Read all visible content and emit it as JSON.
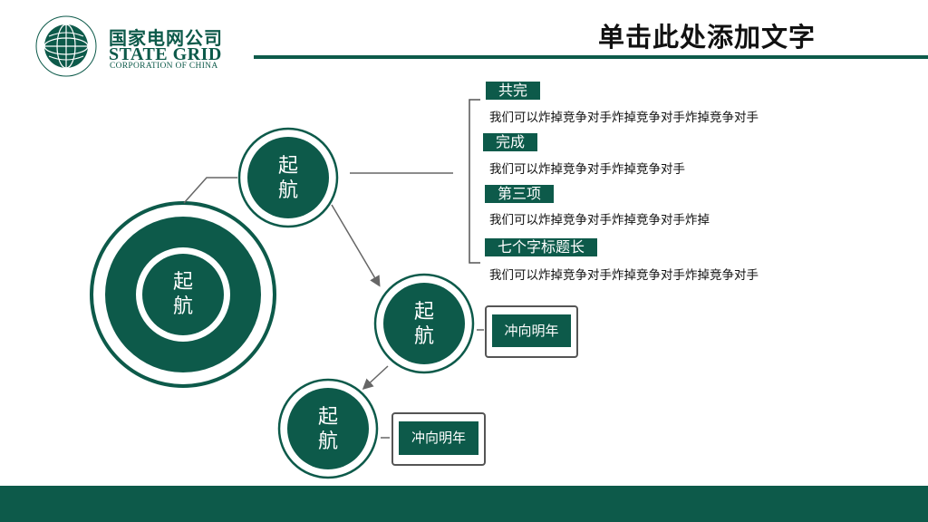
{
  "header": {
    "title": "单击此处添加文字",
    "logo_cn": "国家电网公司",
    "logo_en": "STATE GRID",
    "logo_sub": "CORPORATION OF CHINA"
  },
  "nodes": {
    "main": [
      "起",
      "航"
    ],
    "top": [
      "起",
      "航"
    ],
    "middle": [
      "起",
      "航"
    ],
    "bottom": [
      "起",
      "航"
    ]
  },
  "items": [
    {
      "tag": "共完",
      "desc": "我们可以炸掉竞争对手炸掉竞争对手炸掉竞争对手"
    },
    {
      "tag": "完成",
      "desc": "我们可以炸掉竞争对手炸掉竞争对手"
    },
    {
      "tag": "第三项",
      "desc": "我们可以炸掉竞争对手炸掉竞争对手炸掉"
    },
    {
      "tag": "七个字标题长",
      "desc": "我们可以炸掉竞争对手炸掉竞争对手炸掉竞争对手"
    }
  ],
  "boxes": {
    "middle_label": "冲向明年",
    "bottom_label": "冲向明年"
  },
  "colors": {
    "primary": "#0d5a4a",
    "connector": "#666666"
  }
}
